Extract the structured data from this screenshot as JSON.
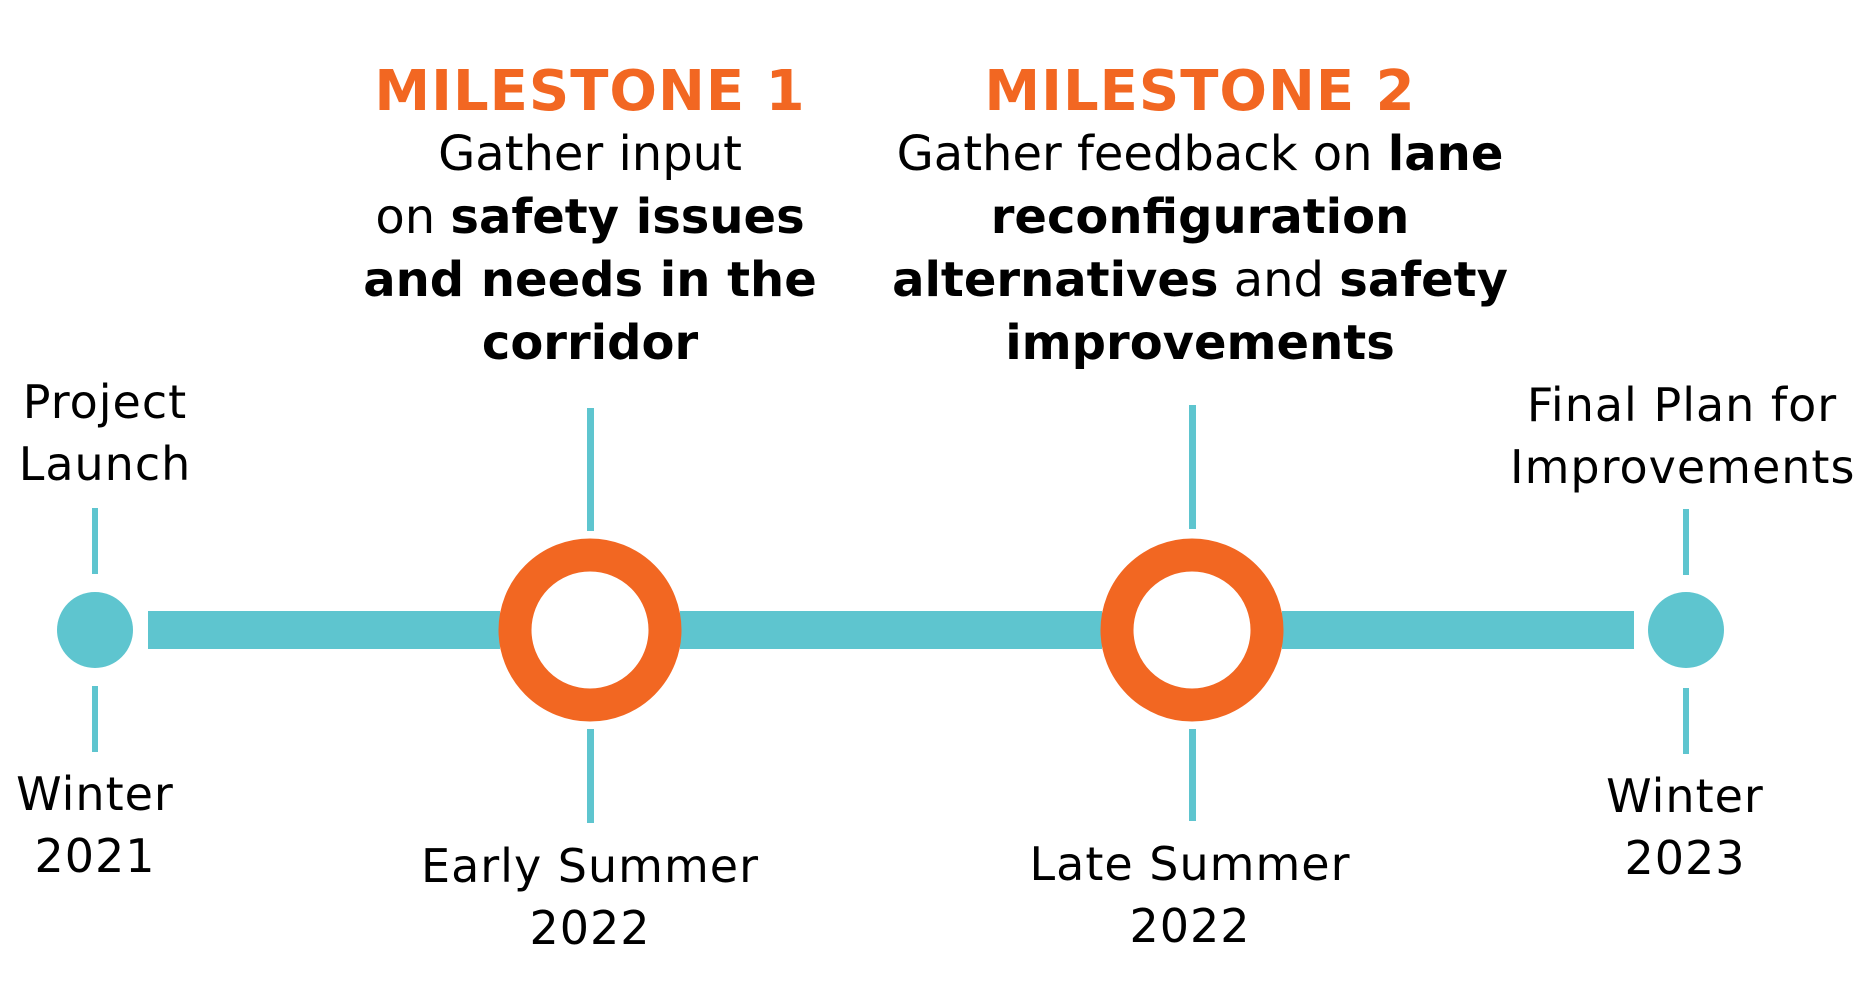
{
  "colors": {
    "teal": "#5ec5cf",
    "orange": "#f26722",
    "text": "#000000",
    "background": "#ffffff"
  },
  "timeline": {
    "start": {
      "label_lines": [
        "Project",
        "Launch"
      ],
      "date_lines": [
        "Winter",
        "2021"
      ]
    },
    "milestone_1": {
      "title": "MILESTONE 1",
      "description_lines": [
        [
          {
            "text": "Gather input",
            "bold": false
          }
        ],
        [
          {
            "text": "on ",
            "bold": false
          },
          {
            "text": "safety issues",
            "bold": true
          }
        ],
        [
          {
            "text": "and needs in the",
            "bold": true
          }
        ],
        [
          {
            "text": "corridor",
            "bold": true
          }
        ]
      ],
      "date_lines": [
        "Early Summer",
        "2022"
      ]
    },
    "milestone_2": {
      "title": "MILESTONE 2",
      "description_lines": [
        [
          {
            "text": "Gather feedback on ",
            "bold": false
          },
          {
            "text": "lane",
            "bold": true
          }
        ],
        [
          {
            "text": "reconfiguration",
            "bold": true
          }
        ],
        [
          {
            "text": "alternatives",
            "bold": true
          },
          {
            "text": " and ",
            "bold": false
          },
          {
            "text": "safety",
            "bold": true
          }
        ],
        [
          {
            "text": "improvements",
            "bold": true
          }
        ]
      ],
      "date_lines": [
        "Late Summer",
        "2022"
      ]
    },
    "end": {
      "label_lines": [
        "Final Plan for",
        "Improvements"
      ],
      "date_lines": [
        "Winter",
        "2023"
      ]
    }
  }
}
